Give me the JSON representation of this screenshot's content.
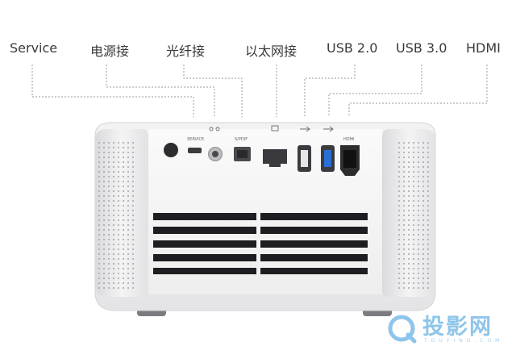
{
  "callouts": {
    "service": "Service",
    "power": "电源接",
    "optical": "光纤接",
    "ethernet": "以太网接",
    "usb2": "USB 2.0",
    "usb3": "USB 3.0",
    "hdmi": "HDMI"
  },
  "port_captions": {
    "service": "SERVICE",
    "spdif": "S/PDIF",
    "hdmi": "HDMI"
  },
  "watermark": {
    "name": "投影网",
    "sub": "TOUYING.COM"
  },
  "colors": {
    "usb3_blue": "#2a6fd6",
    "watermark": "#8ec5ea",
    "leader": "#9a9a9a"
  }
}
